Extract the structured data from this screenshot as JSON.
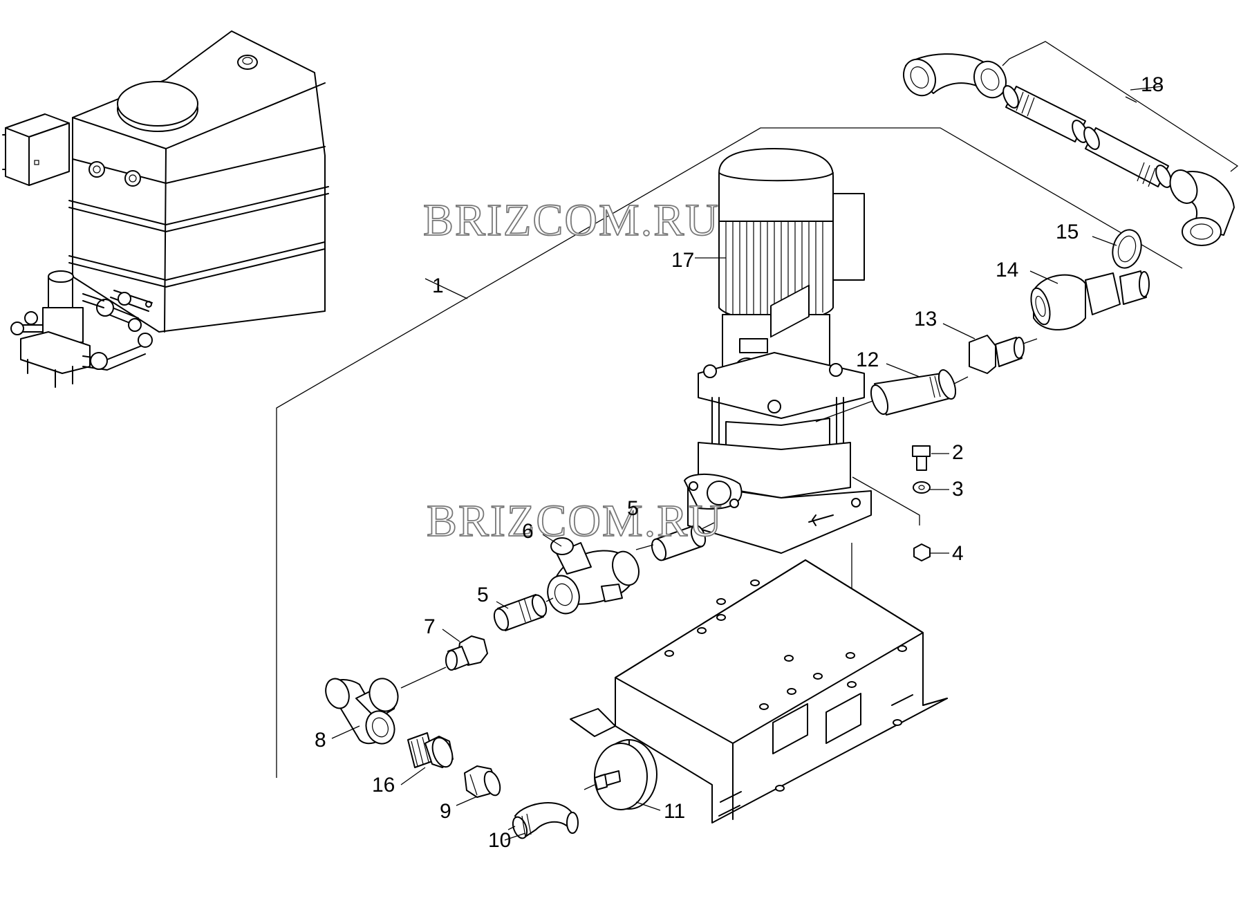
{
  "watermark": "BRIZCOM.RU",
  "callouts": [
    {
      "id": "c1",
      "label": "1"
    },
    {
      "id": "c2",
      "label": "2"
    },
    {
      "id": "c3",
      "label": "3"
    },
    {
      "id": "c4",
      "label": "4"
    },
    {
      "id": "c5a",
      "label": "5"
    },
    {
      "id": "c5b",
      "label": "5"
    },
    {
      "id": "c6",
      "label": "6"
    },
    {
      "id": "c7",
      "label": "7"
    },
    {
      "id": "c8",
      "label": "8"
    },
    {
      "id": "c9",
      "label": "9"
    },
    {
      "id": "c10",
      "label": "10"
    },
    {
      "id": "c11",
      "label": "11"
    },
    {
      "id": "c12",
      "label": "12"
    },
    {
      "id": "c13",
      "label": "13"
    },
    {
      "id": "c14",
      "label": "14"
    },
    {
      "id": "c15",
      "label": "15"
    },
    {
      "id": "c16",
      "label": "16"
    },
    {
      "id": "c17",
      "label": "17"
    },
    {
      "id": "c18",
      "label": "18"
    }
  ]
}
